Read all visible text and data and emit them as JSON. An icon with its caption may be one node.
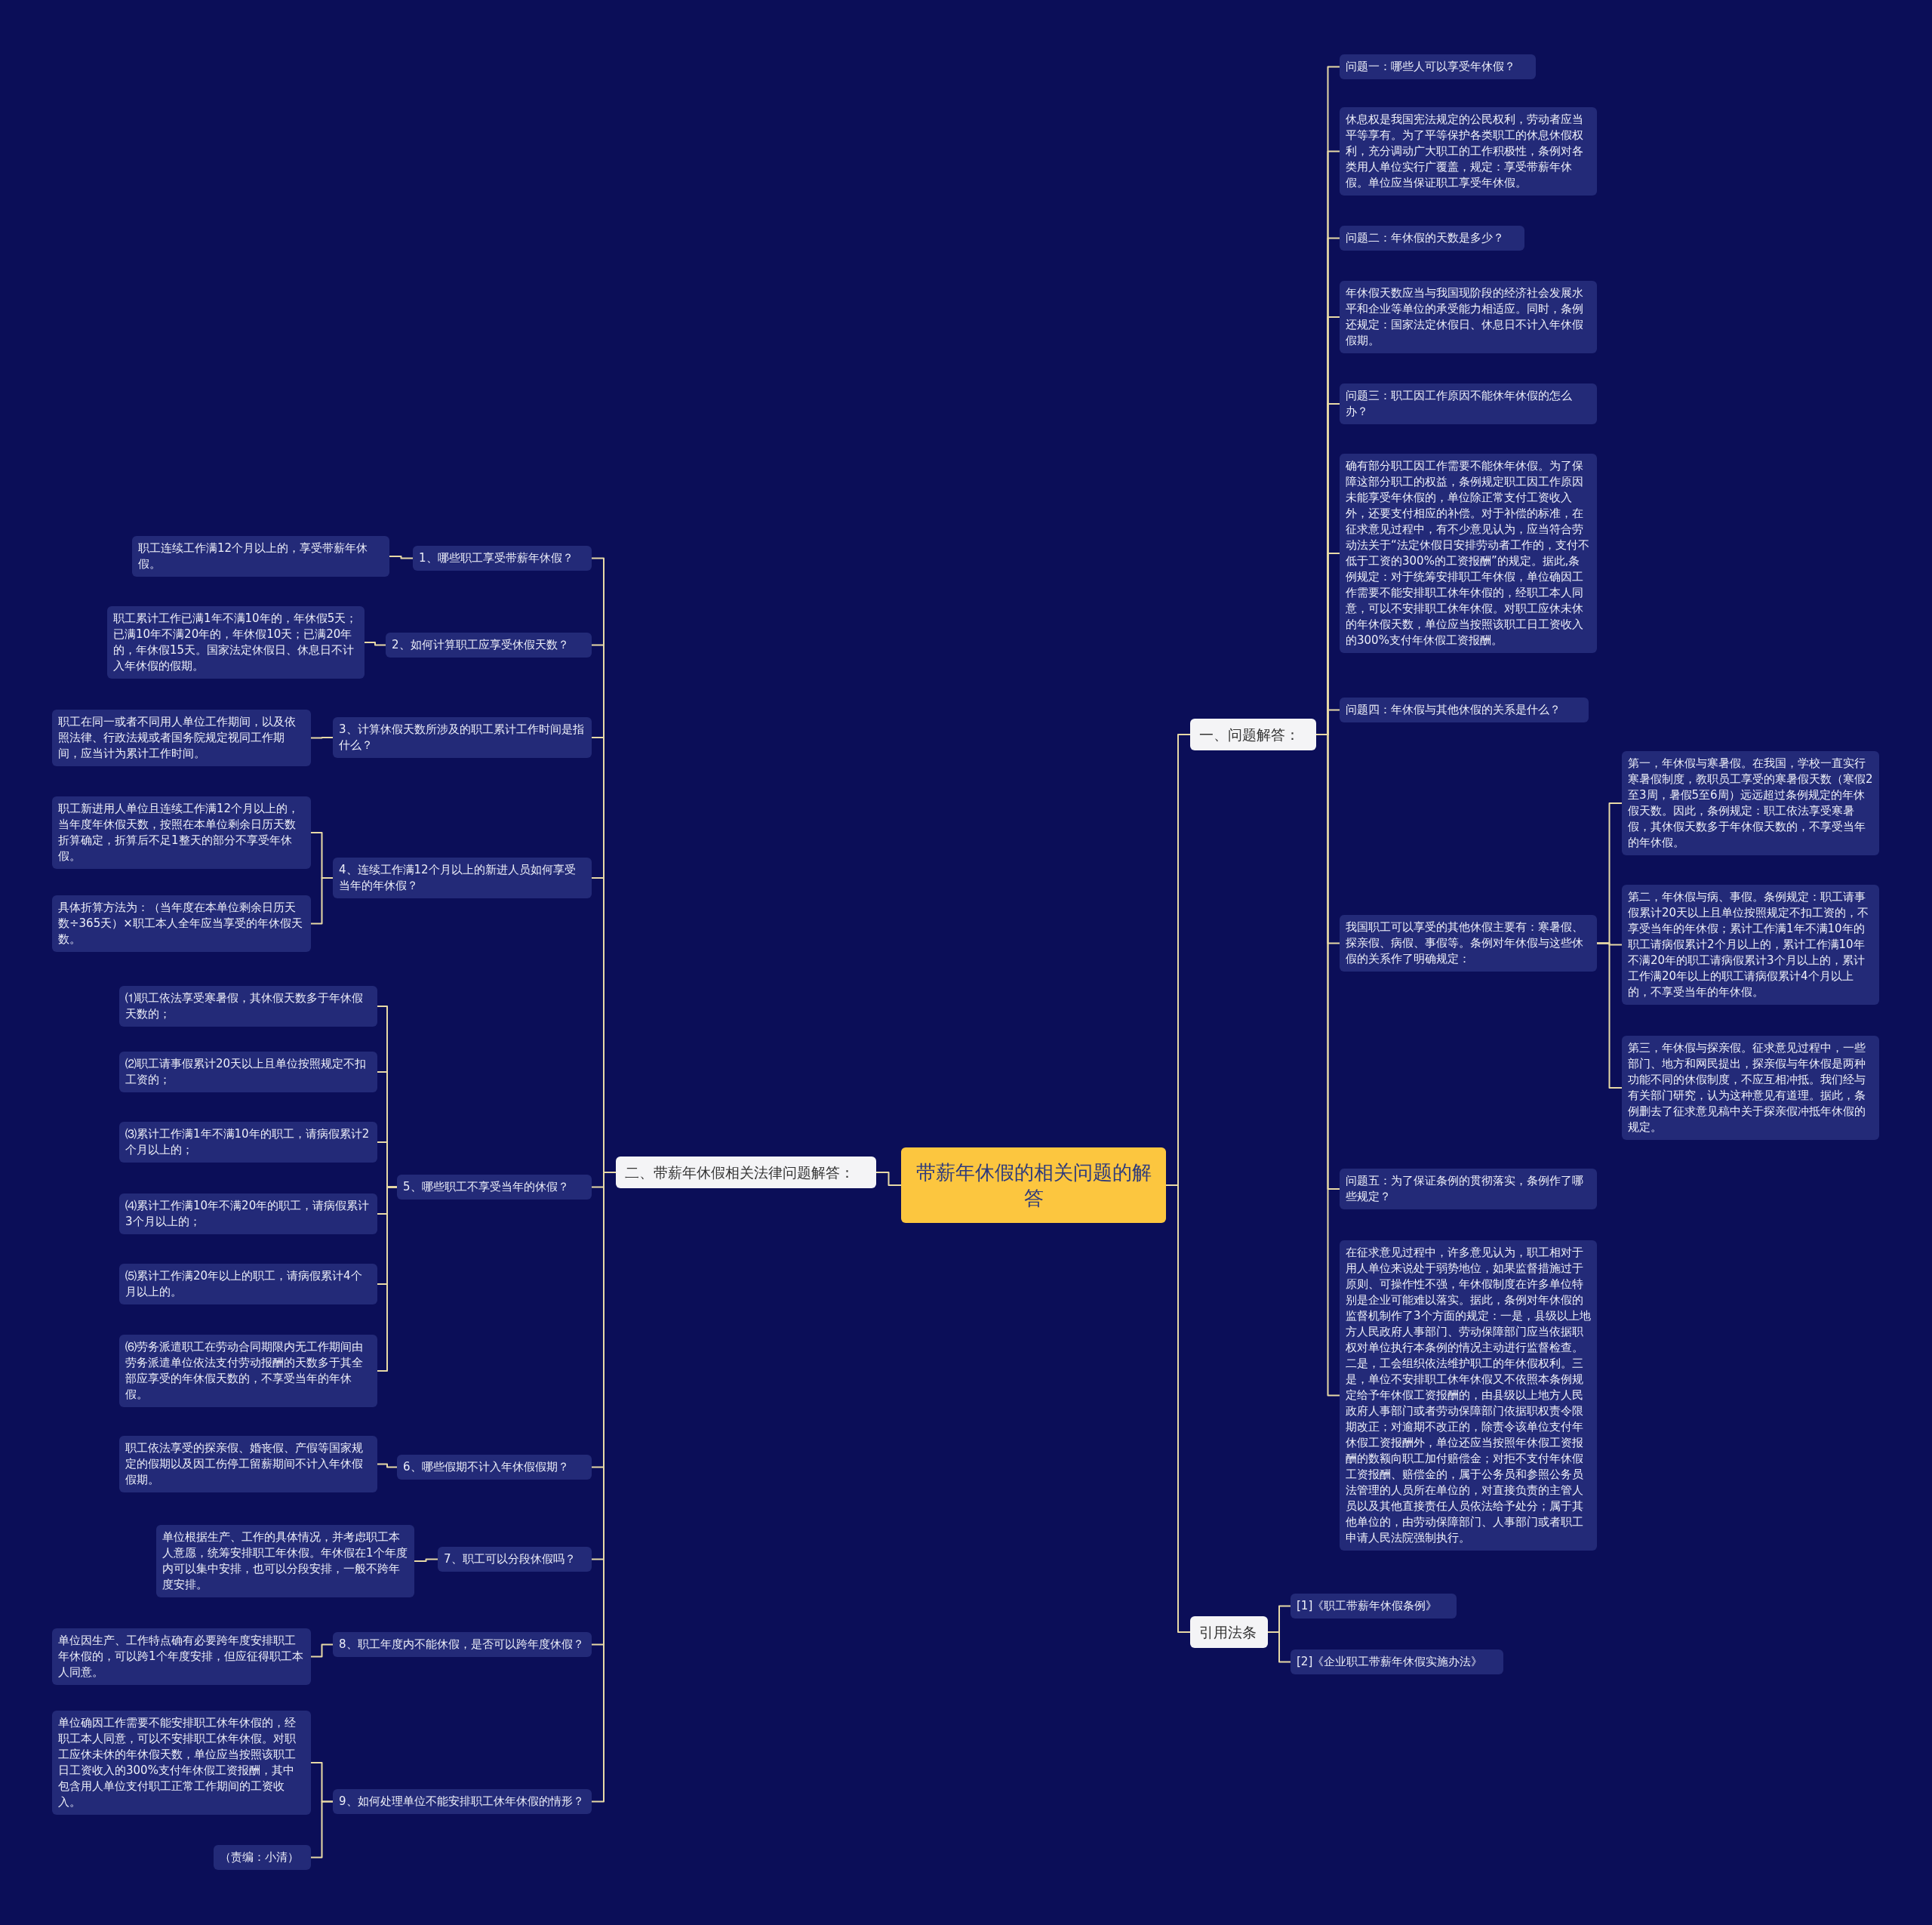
{
  "diagram": {
    "nodes": [
      {
        "text": [
          "带薪年休假的相关问题的解答"
        ]
      },
      {
        "text": [
          "一、问题解答："
        ]
      },
      {
        "text": [
          "问题一：哪些人可以享受年休假？"
        ]
      },
      {
        "text": [
          "休息权是我国宪法规定的公民权利，劳动者应当平等享有。为了平等保护各类职工的休息休假权利，充分调动广大职工的工作积极性，条例对各类用人单位实行广覆盖，规定：享受带薪年休假。单位应当保证职工享受年休假。"
        ]
      },
      {
        "text": [
          "问题二：年休假的天数是多少？"
        ]
      },
      {
        "text": [
          "年休假天数应当与我国现阶段的经济社会发展水平和企业等单位的承受能力相适应。同时，条例还规定：国家法定休假日、休息日不计入年休假假期。"
        ]
      },
      {
        "text": [
          "问题三：职工因工作原因不能休年休假的怎么办？"
        ]
      },
      {
        "text": [
          "确有部分职工因工作需要不能休年休假。为了保障这部分职工的权益，条例规定职工因工作原因未能享受年休假的，单位除正常支付工资收入外，还要支付相应的补偿。对于补偿的标准，在征求意见过程中，有不少意见认为，应当符合劳动法关于“法定休假日安排劳动者工作的，支付不低于工资的300%的工资报酬”的规定。据此,条例规定：对于统筹安排职工年休假，单位确因工作需要不能安排职工休年休假的，经职工本人同意，可以不安排职工休年休假。对职工应休未休的年休假天数，单位应当按照该职工日工资收入的300%支付年休假工资报酬。"
        ]
      },
      {
        "text": [
          "问题四：年休假与其他休假的关系是什么？"
        ]
      },
      {
        "text": [
          "我国职工可以享受的其他休假主要有：寒暑假、探亲假、病假、事假等。条例对年休假与这些休假的关系作了明确规定："
        ]
      },
      {
        "text": [
          "第一，年休假与寒暑假。在我国，学校一直实行寒暑假制度，教职员工享受的寒暑假天数（寒假2至3周，暑假5至6周）远远超过条例规定的年休假天数。因此，条例规定：职工依法享受寒暑假，其休假天数多于年休假天数的，不享受当年的年休假。"
        ]
      },
      {
        "text": [
          "第二，年休假与病、事假。条例规定：职工请事假累计20天以上且单位按照规定不扣工资的，不享受当年的年休假；累计工作满1年不满10年的职工请病假累计2个月以上的，累计工作满10年不满20年的职工请病假累计3个月以上的，累计工作满20年以上的职工请病假累计4个月以上的，不享受当年的年休假。"
        ]
      },
      {
        "text": [
          "第三，年休假与探亲假。征求意见过程中，一些部门、地方和网民提出，探亲假与年休假是两种功能不同的休假制度，不应互相冲抵。我们经与有关部门研究，认为这种意见有道理。据此，条例删去了征求意见稿中关于探亲假冲抵年休假的规定。"
        ]
      },
      {
        "text": [
          "问题五：为了保证条例的贯彻落实，条例作了哪些规定？"
        ]
      },
      {
        "text": [
          "在征求意见过程中，许多意见认为，职工相对于用人单位来说处于弱势地位，如果监督措施过于原则、可操作性不强，年休假制度在许多单位特别是企业可能难以落实。据此，条例对年休假的监督机制作了3个方面的规定：一是，县级以上地方人民政府人事部门、劳动保障部门应当依据职权对单位执行本条例的情况主动进行监督检查。二是，工会组织依法维护职工的年休假权利。三是，单位不安排职工休年休假又不依照本条例规定给予年休假工资报酬的，由县级以上地方人民政府人事部门或者劳动保障部门依据职权责令限期改正；对逾期不改正的，除责令该单位支付年休假工资报酬外，单位还应当按照年休假工资报酬的数额向职工加付赔偿金；对拒不支付年休假工资报酬、赔偿金的，属于公务员和参照公务员法管理的人员所在单位的，对直接负责的主管人员以及其他直接责任人员依法给予处分；属于其他单位的，由劳动保障部门、人事部门或者职工申请人民法院强制执行。"
        ]
      },
      {
        "text": [
          "引用法条"
        ]
      },
      {
        "text": [
          "[1]《职工带薪年休假条例》"
        ]
      },
      {
        "text": [
          "[2]《企业职工带薪年休假实施办法》"
        ]
      },
      {
        "text": [
          "二、带薪年休假相关法律问题解答："
        ]
      },
      {
        "text": [
          "1、哪些职工享受带薪年休假？"
        ]
      },
      {
        "text": [
          "职工连续工作满12个月以上的，享受带薪年休假。"
        ]
      },
      {
        "text": [
          "2、如何计算职工应享受休假天数？"
        ]
      },
      {
        "text": [
          "职工累计工作已满1年不满10年的，年休假5天；已满10年不满20年的，年休假10天；已满20年的，年休假15天。国家法定休假日、休息日不计入年休假的假期。"
        ]
      },
      {
        "text": [
          "3、计算休假天数所涉及的职工累计工作时间是指什么？"
        ]
      },
      {
        "text": [
          "职工在同一或者不同用人单位工作期间，以及依照法律、行政法规或者国务院规定视同工作期间，应当计为累计工作时间。"
        ]
      },
      {
        "text": [
          "4、连续工作满12个月以上的新进人员如何享受当年的年休假？"
        ]
      },
      {
        "text": [
          "职工新进用人单位且连续工作满12个月以上的，当年度年休假天数，按照在本单位剩余日历天数折算确定，折算后不足1整天的部分不享受年休假。"
        ]
      },
      {
        "text": [
          "具体折算方法为：（当年度在本单位剩余日历天数÷365天）×职工本人全年应当享受的年休假天数。"
        ]
      },
      {
        "text": [
          "5、哪些职工不享受当年的休假？"
        ]
      },
      {
        "text": [
          "⑴职工依法享受寒暑假，其休假天数多于年休假天数的；"
        ]
      },
      {
        "text": [
          "⑵职工请事假累计20天以上且单位按照规定不扣工资的；"
        ]
      },
      {
        "text": [
          "⑶累计工作满1年不满10年的职工，请病假累计2个月以上的；"
        ]
      },
      {
        "text": [
          "⑷累计工作满10年不满20年的职工，请病假累计3个月以上的；"
        ]
      },
      {
        "text": [
          "⑸累计工作满20年以上的职工，请病假累计4个月以上的。"
        ]
      },
      {
        "text": [
          "⑹劳务派遣职工在劳动合同期限内无工作期间由劳务派遣单位依法支付劳动报酬的天数多于其全部应享受的年休假天数的，不享受当年的年休假。"
        ]
      },
      {
        "text": [
          "6、哪些假期不计入年休假假期？"
        ]
      },
      {
        "text": [
          "职工依法享受的探亲假、婚丧假、产假等国家规定的假期以及因工伤停工留薪期间不计入年休假假期。"
        ]
      },
      {
        "text": [
          "7、职工可以分段休假吗？"
        ]
      },
      {
        "text": [
          "单位根据生产、工作的具体情况，并考虑职工本人意愿，统筹安排职工年休假。年休假在1个年度内可以集中安排，也可以分段安排，一般不跨年度安排。"
        ]
      },
      {
        "text": [
          "8、职工年度内不能休假，是否可以跨年度休假？"
        ]
      },
      {
        "text": [
          "单位因生产、工作特点确有必要跨年度安排职工年休假的，可以跨1个年度安排，但应征得职工本人同意。"
        ]
      },
      {
        "text": [
          "9、如何处理单位不能安排职工休年休假的情形？"
        ]
      },
      {
        "text": [
          "单位确因工作需要不能安排职工休年休假的，经职工本人同意，可以不安排职工休年休假。对职工应休未休的年休假天数，单位应当按照该职工日工资收入的300%支付年休假工资报酬，其中包含用人单位支付职工正常工作期间的工资收入。"
        ]
      },
      {
        "text": [
          "（责编：小清）"
        ]
      }
    ],
    "edges": [
      {
        "from": 0,
        "to": 1,
        "arrow": "none"
      },
      {
        "from": 1,
        "to": 2,
        "arrow": "none"
      },
      {
        "from": 1,
        "to": 3,
        "arrow": "none"
      },
      {
        "from": 1,
        "to": 4,
        "arrow": "none"
      },
      {
        "from": 1,
        "to": 5,
        "arrow": "none"
      },
      {
        "from": 1,
        "to": 6,
        "arrow": "none"
      },
      {
        "from": 1,
        "to": 7,
        "arrow": "none"
      },
      {
        "from": 1,
        "to": 8,
        "arrow": "none"
      },
      {
        "from": 1,
        "to": 9,
        "arrow": "none"
      },
      {
        "from": 9,
        "to": 10,
        "arrow": "none"
      },
      {
        "from": 9,
        "to": 11,
        "arrow": "none"
      },
      {
        "from": 9,
        "to": 12,
        "arrow": "none"
      },
      {
        "from": 1,
        "to": 13,
        "arrow": "none"
      },
      {
        "from": 1,
        "to": 14,
        "arrow": "none"
      },
      {
        "from": 0,
        "to": 15,
        "arrow": "none"
      },
      {
        "from": 15,
        "to": 16,
        "arrow": "none"
      },
      {
        "from": 15,
        "to": 17,
        "arrow": "none"
      },
      {
        "from": 0,
        "to": 18,
        "arrow": "none"
      },
      {
        "from": 18,
        "to": 19,
        "arrow": "none"
      },
      {
        "from": 19,
        "to": 20,
        "arrow": "none"
      },
      {
        "from": 18,
        "to": 21,
        "arrow": "none"
      },
      {
        "from": 21,
        "to": 22,
        "arrow": "none"
      },
      {
        "from": 18,
        "to": 23,
        "arrow": "none"
      },
      {
        "from": 23,
        "to": 24,
        "arrow": "none"
      },
      {
        "from": 18,
        "to": 25,
        "arrow": "none"
      },
      {
        "from": 25,
        "to": 26,
        "arrow": "none"
      },
      {
        "from": 25,
        "to": 27,
        "arrow": "none"
      },
      {
        "from": 18,
        "to": 28,
        "arrow": "none"
      },
      {
        "from": 28,
        "to": 29,
        "arrow": "none"
      },
      {
        "from": 28,
        "to": 30,
        "arrow": "none"
      },
      {
        "from": 28,
        "to": 31,
        "arrow": "none"
      },
      {
        "from": 28,
        "to": 32,
        "arrow": "none"
      },
      {
        "from": 28,
        "to": 33,
        "arrow": "none"
      },
      {
        "from": 28,
        "to": 34,
        "arrow": "none"
      },
      {
        "from": 18,
        "to": 35,
        "arrow": "none"
      },
      {
        "from": 35,
        "to": 36,
        "arrow": "none"
      },
      {
        "from": 18,
        "to": 37,
        "arrow": "none"
      },
      {
        "from": 37,
        "to": 38,
        "arrow": "none"
      },
      {
        "from": 18,
        "to": 39,
        "arrow": "none"
      },
      {
        "from": 39,
        "to": 40,
        "arrow": "none"
      },
      {
        "from": 18,
        "to": 41,
        "arrow": "none"
      },
      {
        "from": 41,
        "to": 42,
        "arrow": "none"
      },
      {
        "from": 41,
        "to": 43,
        "arrow": "none"
      }
    ]
  }
}
